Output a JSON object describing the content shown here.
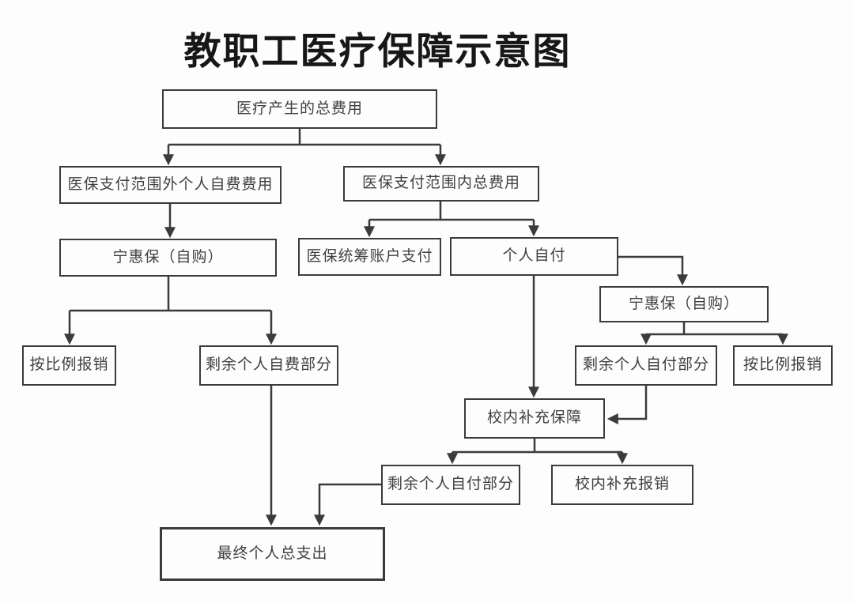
{
  "title": "教职工医疗保障示意图",
  "colors": {
    "line": "#3b3b3b",
    "box_border": "#3b3b3b",
    "box_fill": "#fdfdfd",
    "text": "#3f3f3f",
    "title_text": "#171717",
    "background": "#fdfdfd"
  },
  "nodes": {
    "total_cost": {
      "label": "医疗产生的总费用"
    },
    "out_of_scope_self_paid": {
      "label": "医保支付范围外个人自费费用"
    },
    "in_scope_total": {
      "label": "医保支付范围内总费用"
    },
    "ninghuibao_left": {
      "label": "宁惠保（自购）"
    },
    "pooled_account_pay": {
      "label": "医保统筹账户支付"
    },
    "self_pay": {
      "label": "个人自付"
    },
    "ninghuibao_right": {
      "label": "宁惠保（自购）"
    },
    "proportional_reimb_left": {
      "label": "按比例报销"
    },
    "remaining_self_funded": {
      "label": "剩余个人自费部分"
    },
    "remaining_self_pay_right": {
      "label": "剩余个人自付部分"
    },
    "proportional_reimb_right": {
      "label": "按比例报销"
    },
    "school_supplement": {
      "label": "校内补充保障"
    },
    "remaining_self_pay_bottom": {
      "label": "剩余个人自付部分"
    },
    "school_supplement_reimb": {
      "label": "校内补充报销"
    },
    "final_total_spend": {
      "label": "最终个人总支出"
    }
  },
  "edges": [
    {
      "from": "total_cost",
      "to": "out_of_scope_self_paid"
    },
    {
      "from": "total_cost",
      "to": "in_scope_total"
    },
    {
      "from": "out_of_scope_self_paid",
      "to": "ninghuibao_left"
    },
    {
      "from": "ninghuibao_left",
      "to": "proportional_reimb_left"
    },
    {
      "from": "ninghuibao_left",
      "to": "remaining_self_funded"
    },
    {
      "from": "in_scope_total",
      "to": "pooled_account_pay"
    },
    {
      "from": "in_scope_total",
      "to": "self_pay"
    },
    {
      "from": "self_pay",
      "to": "ninghuibao_right"
    },
    {
      "from": "self_pay",
      "to": "school_supplement"
    },
    {
      "from": "ninghuibao_right",
      "to": "remaining_self_pay_right"
    },
    {
      "from": "ninghuibao_right",
      "to": "proportional_reimb_right"
    },
    {
      "from": "remaining_self_pay_right",
      "to": "school_supplement"
    },
    {
      "from": "school_supplement",
      "to": "remaining_self_pay_bottom"
    },
    {
      "from": "school_supplement",
      "to": "school_supplement_reimb"
    },
    {
      "from": "remaining_self_funded",
      "to": "final_total_spend"
    },
    {
      "from": "remaining_self_pay_bottom",
      "to": "final_total_spend"
    }
  ]
}
